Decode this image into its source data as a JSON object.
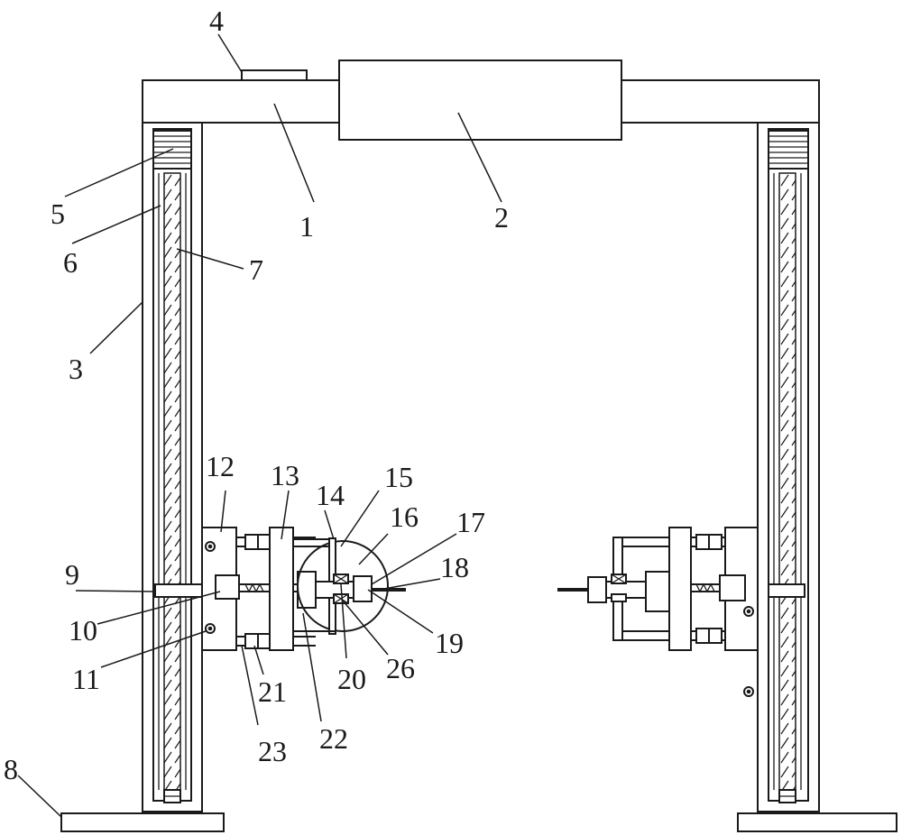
{
  "labels": {
    "l1": "1",
    "l2": "2",
    "l3": "3",
    "l4": "4",
    "l5": "5",
    "l6": "6",
    "l7": "7",
    "l8": "8",
    "l9": "9",
    "l10": "10",
    "l11": "11",
    "l12": "12",
    "l13": "13",
    "l14": "14",
    "l15": "15",
    "l16": "16",
    "l17": "17",
    "l18": "18",
    "l19": "19",
    "l20": "20",
    "l21": "21",
    "l22": "22",
    "l23": "23",
    "l26": "26"
  }
}
